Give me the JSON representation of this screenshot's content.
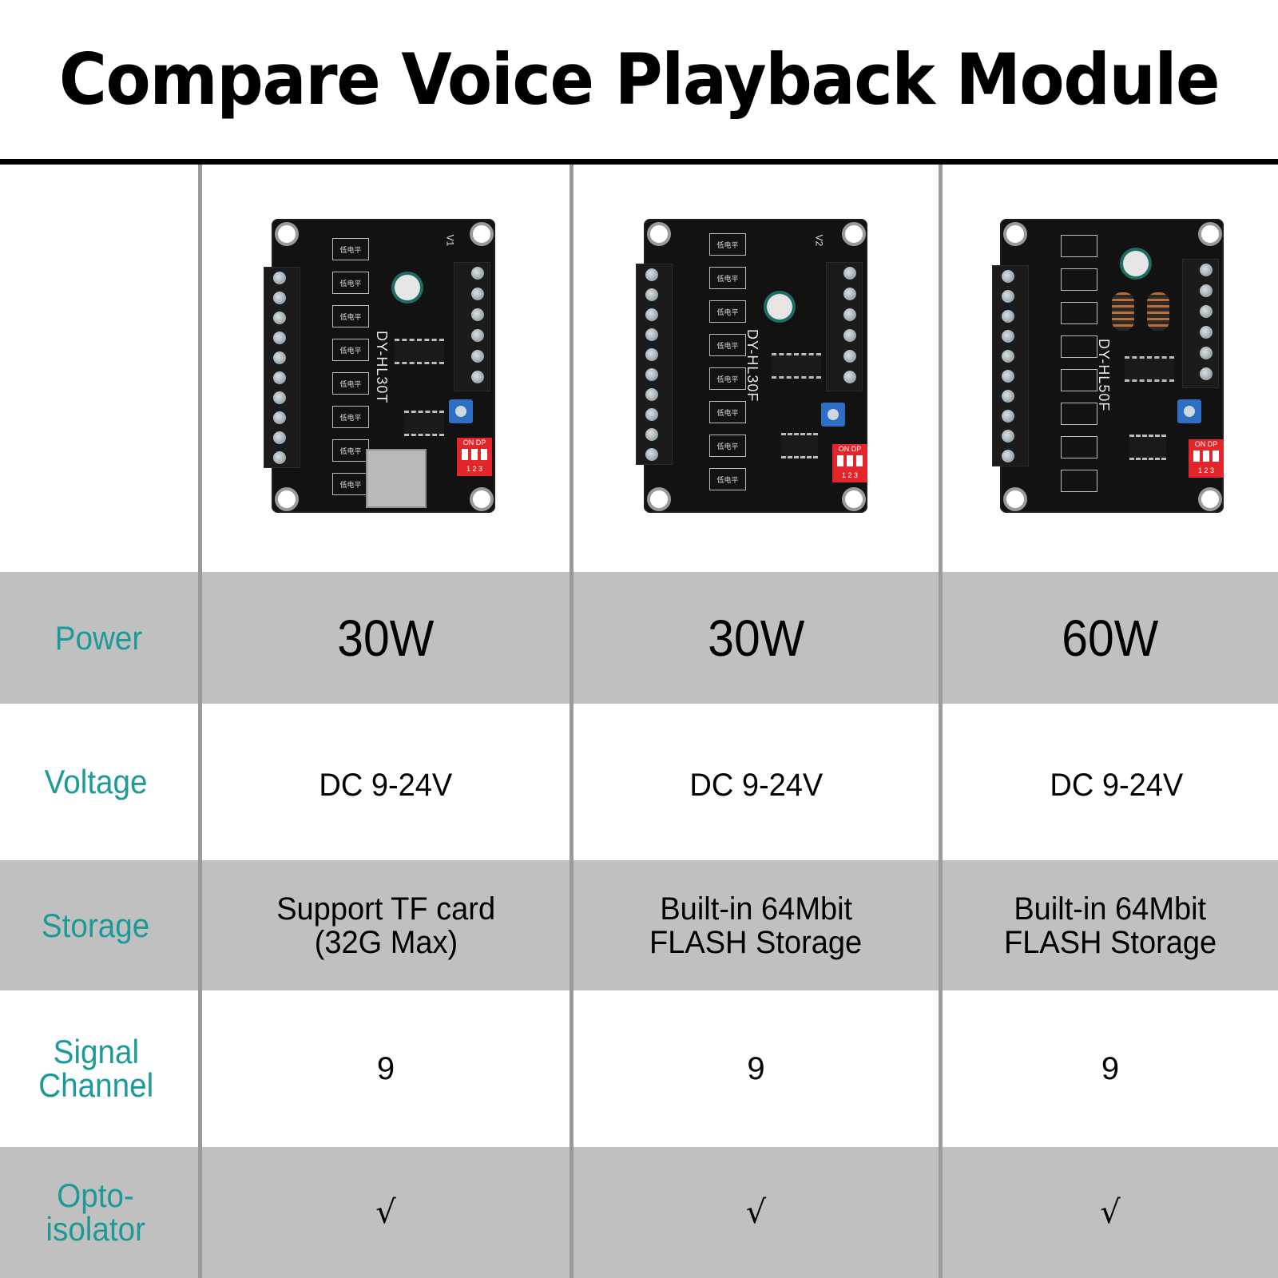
{
  "header": {
    "title": "Compare Voice Playback Module"
  },
  "colors": {
    "label_text": "#1c9a97",
    "gray_row": "#c0c0c0",
    "divider": "#9b9b9b",
    "header_rule": "#000000"
  },
  "products": [
    {
      "model": "DY-HL30T",
      "version_tag": "V1",
      "silkscreen_opto": "低电平",
      "dip_label": "ON DP",
      "dip_numbers": "1 2 3",
      "has_sd_slot": true
    },
    {
      "model": "DY-HL30F",
      "version_tag": "V2",
      "silkscreen_opto": "低电平",
      "dip_label": "ON DP",
      "dip_numbers": "1 2 3",
      "has_sd_slot": false
    },
    {
      "model": "DY-HL50F",
      "version_tag": "",
      "silkscreen_opto": "",
      "dip_label": "ON DP",
      "dip_numbers": "1 2 3",
      "has_sd_slot": false
    }
  ],
  "rows": {
    "power": {
      "label": "Power",
      "values": [
        "30W",
        "30W",
        "60W"
      ]
    },
    "voltage": {
      "label": "Voltage",
      "values": [
        "DC 9-24V",
        "DC 9-24V",
        "DC 9-24V"
      ]
    },
    "storage": {
      "label": "Storage",
      "values": [
        {
          "line1": "Support TF card",
          "line2": "(32G Max)"
        },
        {
          "line1": "Built-in 64Mbit",
          "line2": "FLASH Storage"
        },
        {
          "line1": "Built-in 64Mbit",
          "line2": "FLASH Storage"
        }
      ]
    },
    "signal_channel": {
      "label_line1": "Signal",
      "label_line2": "Channel",
      "values": [
        "9",
        "9",
        "9"
      ]
    },
    "opto_isolator": {
      "label_line1": "Opto-",
      "label_line2": "isolator",
      "values": [
        "√",
        "√",
        "√"
      ]
    }
  }
}
